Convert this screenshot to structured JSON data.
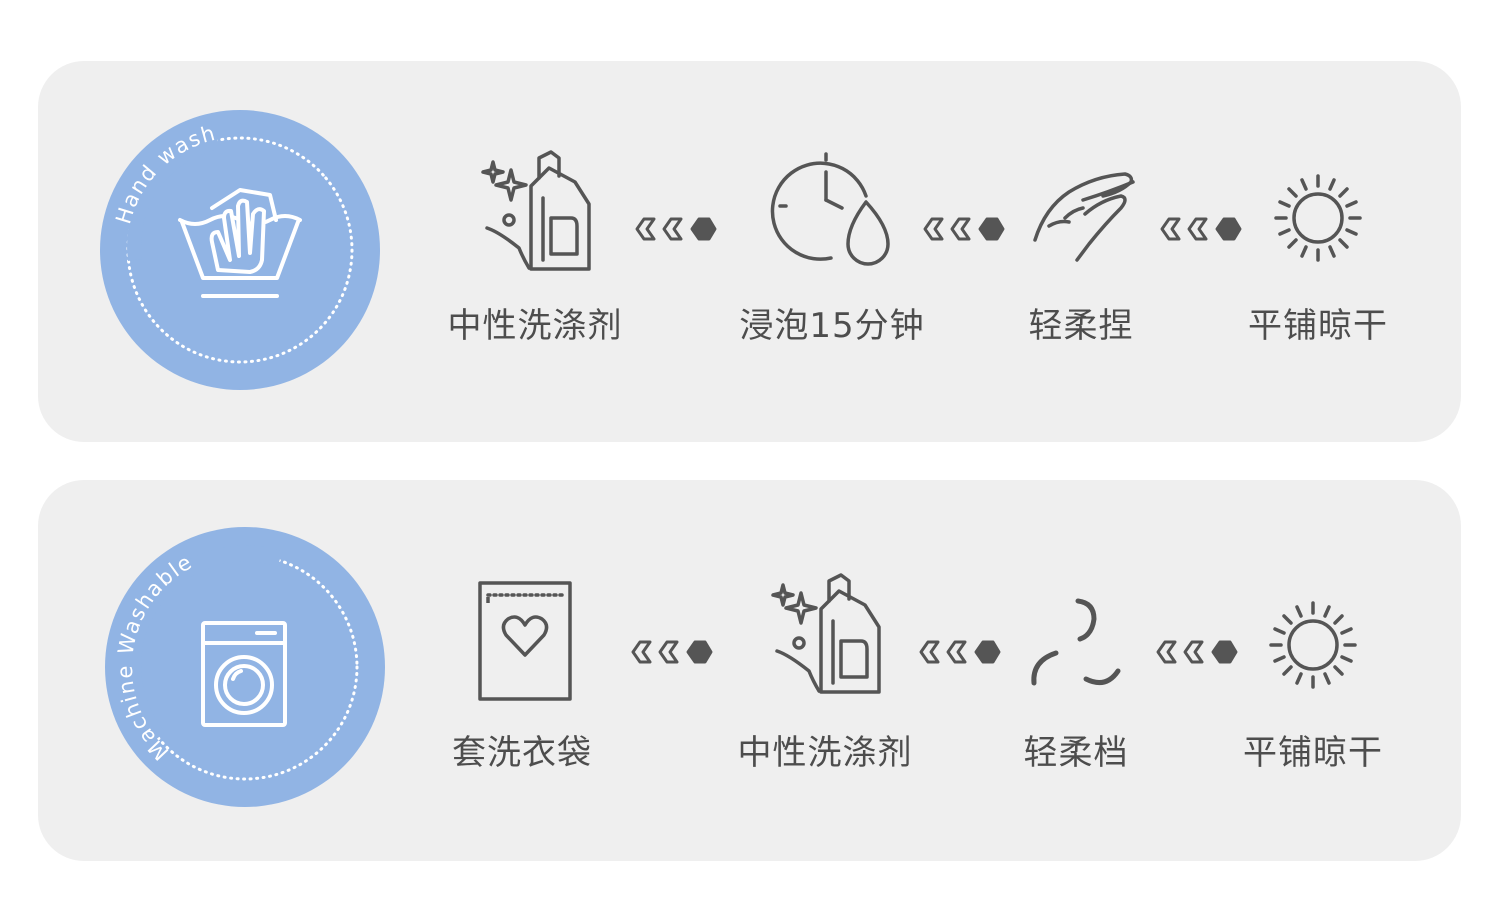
{
  "colors": {
    "panel": "#efefef",
    "badge": "#91b4e4",
    "icon": "#555555",
    "text": "#4d4d4d"
  },
  "hand_wash": {
    "badge_text": "Hand wash",
    "badge_icon": "hand-wash-basin-icon",
    "steps": [
      {
        "icon": "detergent-bottle-icon",
        "label": "中性洗涤剂"
      },
      {
        "icon": "clock-water-drop-icon",
        "label": "浸泡15分钟"
      },
      {
        "icon": "hand-squeeze-icon",
        "label": "轻柔捏"
      },
      {
        "icon": "sun-icon",
        "label": "平铺晾干"
      }
    ]
  },
  "machine_wash": {
    "badge_text": "Machine Washable",
    "badge_icon": "washing-machine-icon",
    "steps": [
      {
        "icon": "laundry-bag-heart-icon",
        "label": "套洗衣袋"
      },
      {
        "icon": "detergent-bottle-icon",
        "label": "中性洗涤剂"
      },
      {
        "icon": "gentle-swirl-icon",
        "label": "轻柔档"
      },
      {
        "icon": "sun-icon",
        "label": "平铺晾干"
      }
    ]
  }
}
